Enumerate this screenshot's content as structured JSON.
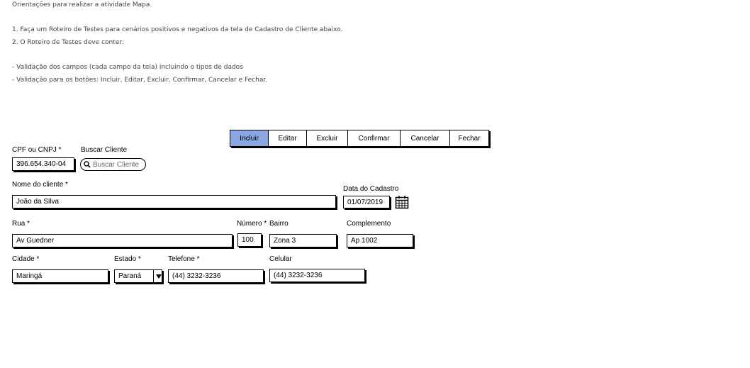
{
  "instructions": {
    "title": "Orientações para realizar a atividade Mapa.",
    "item1": "1. Faça  um Roteiro de Testes para cenários positivos e negativos da tela de Cadastro de Cliente abaixo.",
    "item2": "2. O Roteiro de Testes deve conter:",
    "bullet1": "- Validação dos campos (cada campo da tela) incluindo o tipos de dados",
    "bullet2": "- Validação para os botões: Incluir, Editar, Excluir, Confirmar, Cancelar e Fechar."
  },
  "toolbar": {
    "buttons": [
      {
        "label": "Incluir",
        "active": true
      },
      {
        "label": "Editar",
        "active": false
      },
      {
        "label": "Excluir",
        "active": false
      },
      {
        "label": "Confirmar",
        "active": false
      },
      {
        "label": "Cancelar",
        "active": false
      },
      {
        "label": "Fechar",
        "active": false
      }
    ],
    "active_color": "#8aa6e3"
  },
  "form": {
    "cpf": {
      "label": "CPF ou CNPJ *",
      "value": "396.654.340-04"
    },
    "buscar": {
      "label": "Buscar Cliente",
      "placeholder": "Buscar Cliente"
    },
    "nome": {
      "label": "Nome do cliente *",
      "value": "João da Silva"
    },
    "data": {
      "label": "Data do Cadastro",
      "value": "01/07/2019"
    },
    "rua": {
      "label": "Rua *",
      "value": "Av Guedner"
    },
    "numero": {
      "label": "Número *",
      "value": "100"
    },
    "bairro": {
      "label": "Bairro",
      "value": "Zona 3"
    },
    "complemento": {
      "label": "Complemento",
      "value": "Ap 1002"
    },
    "cidade": {
      "label": "Cidade *",
      "value": "Maringá"
    },
    "estado": {
      "label": "Estado *",
      "value": "Paraná"
    },
    "telefone": {
      "label": "Telefone *",
      "value": "(44) 3232-3236"
    },
    "celular": {
      "label": "Celular",
      "value": "(44) 3232-3236"
    }
  },
  "icons": {
    "calendar": "calendar-icon",
    "search": "search-icon",
    "dropdown": "chevron-down-icon"
  }
}
